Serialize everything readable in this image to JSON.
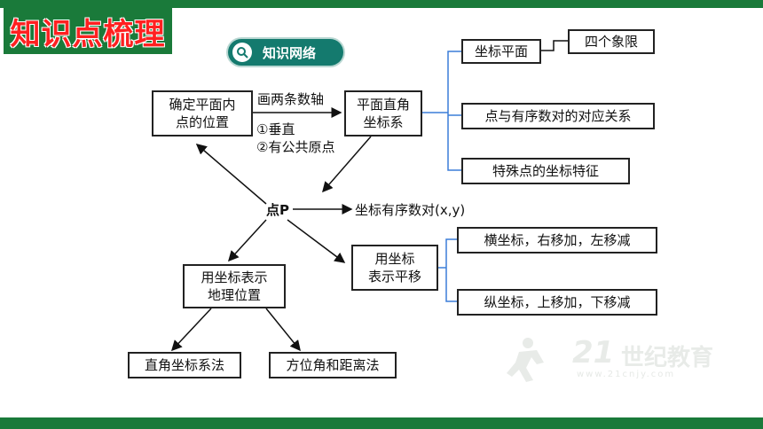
{
  "header": {
    "title": "知识点梳理"
  },
  "badge": {
    "label": "知识网络"
  },
  "nodes": {
    "determine_position": "确定平面内\n点的位置",
    "coordinate_system": "平面直角\n坐标系",
    "coordinate_plane": "坐标平面",
    "four_quadrants": "四个象限",
    "point_pair_relation": "点与有序数对的对应关系",
    "special_points": "特殊点的坐标特征",
    "point_p": "点P",
    "ordered_pair": "坐标有序数对(x,y)",
    "represent_geo": "用坐标表示\n地理位置",
    "represent_translation": "用坐标\n表示平移",
    "horizontal_rule": "横坐标，右移加，左移减",
    "vertical_rule": "纵坐标，上移加，下移减",
    "rect_coord_method": "直角坐标系法",
    "direction_distance_method": "方位角和距离法"
  },
  "edge_labels": {
    "draw_axes": "画两条数轴",
    "perpendicular": "①垂直",
    "common_origin": "②有公共原点"
  },
  "watermark": {
    "number": "21",
    "brand": "世纪教育",
    "url": "www.21cnjy.com"
  },
  "colors": {
    "theme_green": "#1a7a3a",
    "title_red": "#ff2020",
    "bracket_blue": "#3b7dd8",
    "badge_teal": "#147a6e"
  }
}
